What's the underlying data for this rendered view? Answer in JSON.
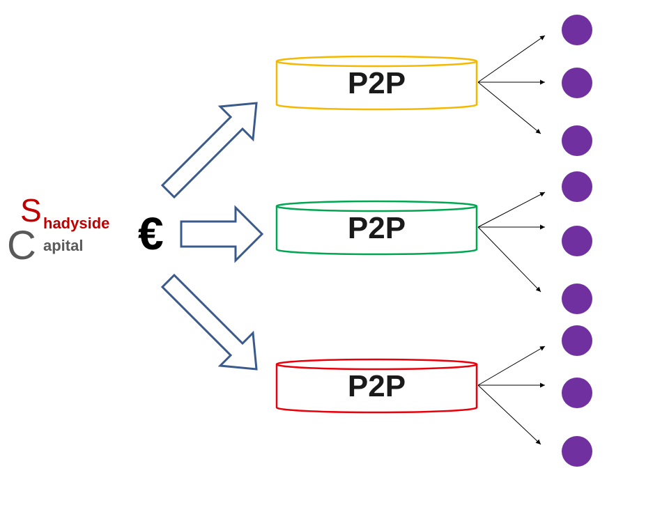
{
  "logo": {
    "initial_s": "S",
    "initial_c": "C",
    "line1": "hadyside",
    "line2": "apital",
    "colors": {
      "red": "#c00000",
      "gray": "#595959"
    }
  },
  "currency_symbol": "€",
  "platforms": [
    {
      "label": "P2P",
      "color": "#f5b800"
    },
    {
      "label": "P2P",
      "color": "#00a651"
    },
    {
      "label": "P2P",
      "color": "#e8000b"
    }
  ],
  "arrow_color": "#3a5a8c",
  "loan_dot_color": "#7030a0",
  "loans_per_platform": 3
}
